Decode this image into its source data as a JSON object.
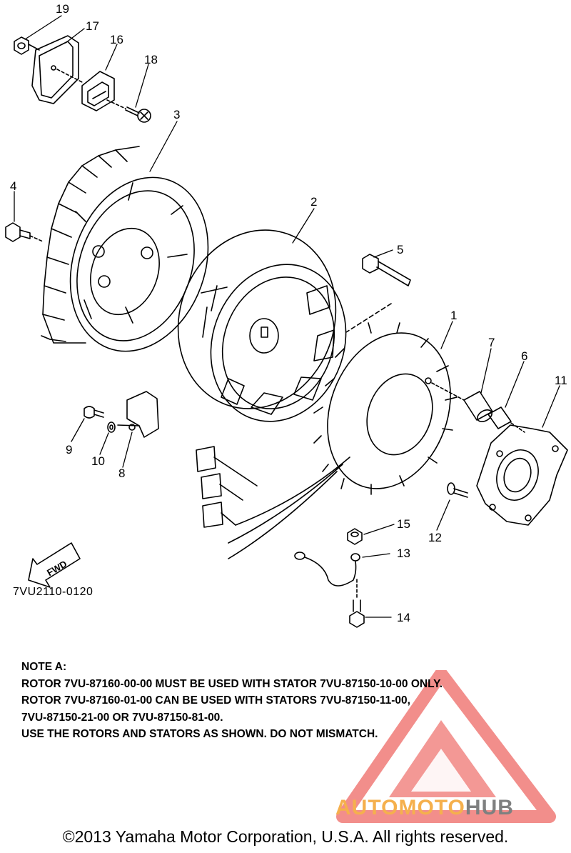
{
  "diagram": {
    "callouts": [
      "1",
      "2",
      "3",
      "4",
      "5",
      "6",
      "7",
      "8",
      "9",
      "10",
      "11",
      "12",
      "13",
      "14",
      "15",
      "16",
      "17",
      "18",
      "19"
    ],
    "fwd_label": "FWD",
    "diagram_code": "7VU2110-0120"
  },
  "note": {
    "title": "NOTE A:",
    "lines": [
      "ROTOR 7VU-87160-00-00 MUST BE USED WITH STATOR 7VU-87150-10-00 ONLY.",
      "ROTOR 7VU-87160-01-00 CAN BE USED WITH STATORS 7VU-87150-11-00,",
      "7VU-87150-21-00 OR 7VU-87150-81-00.",
      "USE THE ROTORS AND STATORS AS SHOWN. DO NOT MISMATCH."
    ]
  },
  "watermark": {
    "part1": "AUTOMOTO",
    "part2": "HUB",
    "color_primary": "#f5b04d",
    "color_secondary": "#7f8080",
    "triangle_color": "#e8322b"
  },
  "footer": {
    "copyright": "©2013 Yamaha Motor Corporation, U.S.A. All rights reserved."
  }
}
